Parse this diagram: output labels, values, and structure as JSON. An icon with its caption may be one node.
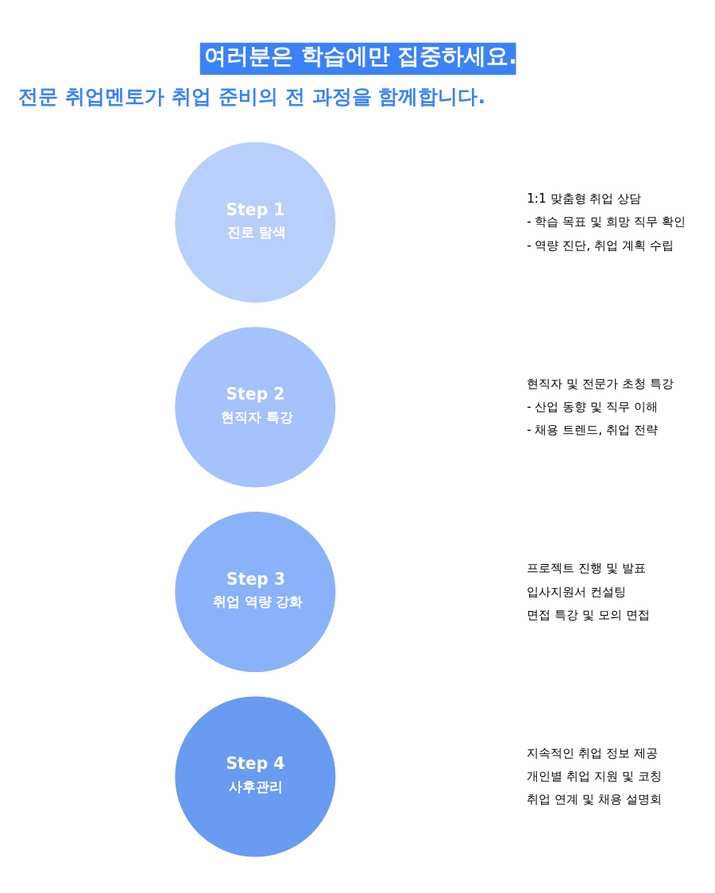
{
  "diagram": {
    "title": "여러분은 학습에만 집중하세요.",
    "nodes": [
      {
        "text": [
          "Step 1",
          "진로 탐색"
        ],
        "beside": [
          "1:1 맞춤형 취업 상담",
          "- 학습 목표 및 희망 직무 확인",
          "- 역량 진단, 취업 계획 수립"
        ]
      },
      {
        "text": [
          "Step 2",
          "현직자 특강"
        ],
        "beside": [
          "현직자 및 전문가 초청 특강",
          "- 산업 동향 및 직무 이해",
          "- 채용 트렌드, 취업 전략"
        ]
      },
      {
        "text": [
          "Step 3",
          "취업 역량 강화"
        ],
        "beside": [
          "프로젝트 진행 및 발표",
          "입사지원서 컨설팅",
          "면접 특강 및 모의 면접"
        ]
      },
      {
        "text": [
          "Step 4",
          "사후관리"
        ],
        "beside": [
          "지속적인 취업 정보 제공",
          "개인별 취업 지원 및 코칭",
          "취업 연계 및 채용 설명회"
        ]
      }
    ],
    "edges": [],
    "labels": [
      "전문 취업멘토가 취업 준비의 전 과정을 함께합니다."
    ]
  }
}
